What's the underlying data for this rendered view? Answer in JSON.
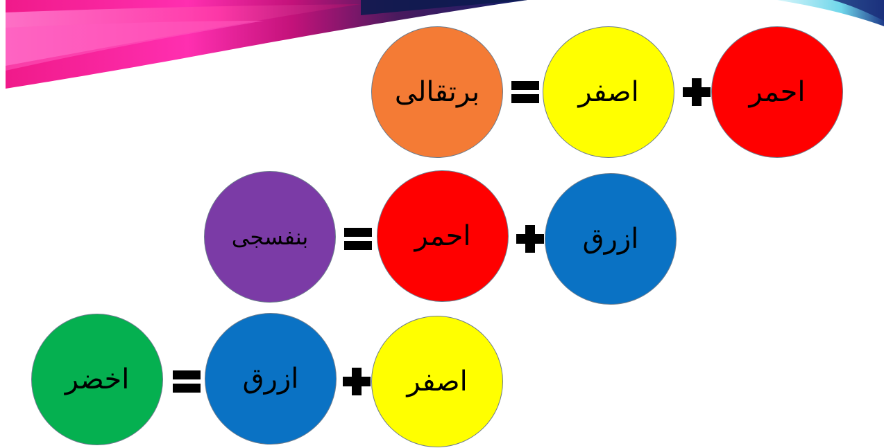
{
  "equations": [
    {
      "id": "orange",
      "operand_right": {
        "label": "احمر",
        "color": "#ff0000"
      },
      "operand_left": {
        "label": "اصفر",
        "color": "#ffff00"
      },
      "result": {
        "label": "برتقالى",
        "color": "#f47b35"
      }
    },
    {
      "id": "purple",
      "operand_right": {
        "label": "ازرق",
        "color": "#0a72c4"
      },
      "operand_left": {
        "label": "احمر",
        "color": "#ff0000"
      },
      "result": {
        "label": "بنفسجى",
        "color": "#7b3ba6"
      }
    },
    {
      "id": "green",
      "operand_right": {
        "label": "اصفر",
        "color": "#ffff00"
      },
      "operand_left": {
        "label": "ازرق",
        "color": "#0a72c4"
      },
      "result": {
        "label": "اخضر",
        "color": "#05b050"
      }
    }
  ],
  "symbols": {
    "plus_icon": "plus-icon",
    "equals_icon": "equals-icon"
  },
  "decor_colors": {
    "magenta": "#e8179a",
    "pink": "#ff4fa6",
    "navy": "#1a2a6c",
    "cyan": "#5fd3e8"
  }
}
